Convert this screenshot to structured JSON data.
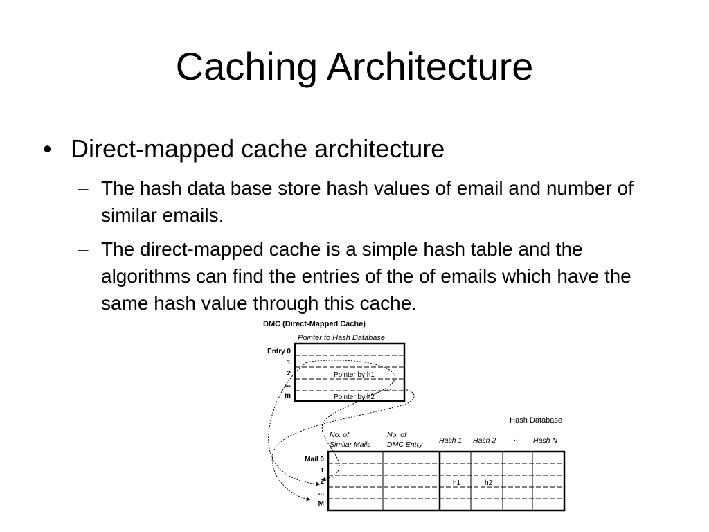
{
  "slide": {
    "title": "Caching Architecture",
    "bullet_symbol": "•",
    "dash_symbol": "–",
    "bullet": "Direct-mapped cache architecture",
    "subbullets": [
      "The hash data base store hash values of email and number of similar emails.",
      "The direct-mapped cache is a simple hash table and the algorithms can find the entries of the of emails which have the same hash value through this cache."
    ]
  },
  "diagram": {
    "dmc_title": "DMC (Direct-Mapped Cache)",
    "dmc_header": "Pointer to Hash Database",
    "dmc_rows": [
      "Entry 0",
      "1",
      "2",
      "...",
      "m"
    ],
    "pointer_labels": [
      "Pointer by h1",
      "Pointer by h2"
    ],
    "hashdb_title": "Hash Database",
    "hashdb_columns": [
      "No. of",
      "Similar Mails",
      "No. of",
      "DMC Entry",
      "Hash 1",
      "Hash 2",
      "...",
      "Hash N"
    ],
    "hashdb_rows": [
      "Mail 0",
      "1",
      "2",
      "...",
      "M"
    ],
    "hashdb_cells": [
      "h1",
      "h2"
    ]
  }
}
